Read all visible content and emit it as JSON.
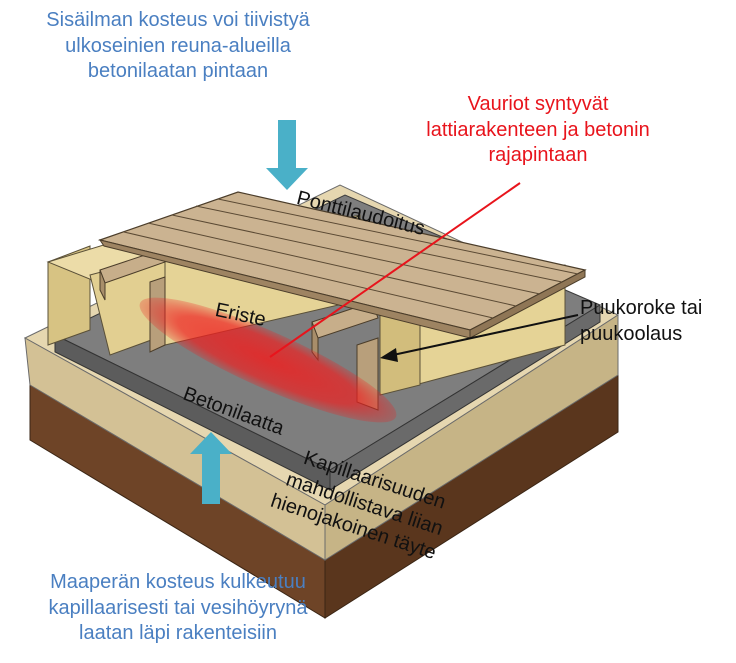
{
  "top_note": {
    "lines": [
      "Sisäilman kosteus voi tiivistyä",
      "ulkoseinien reuna-alueilla",
      "betonilaatan pintaan"
    ],
    "color": "#4a7fc1"
  },
  "damage_note": {
    "lines": [
      "Vauriot syntyvät",
      "lattiarakenteen ja betonin",
      "rajapintaan"
    ],
    "color": "#e8141c"
  },
  "bottom_note": {
    "lines": [
      "Maaperän kosteus kulkeutuu",
      "kapillaarisesti tai vesihöyrynä",
      "laatan läpi rakenteisiin"
    ],
    "color": "#4a7fc1"
  },
  "labels": {
    "boards": "Ponttilaudoitus",
    "insulation": "Eriste",
    "slab": "Betonilaatta",
    "joist": [
      "Puukoroke tai",
      "puukoolaus"
    ],
    "fill": [
      "Kapillaarisuuden",
      "mahdollistava liian",
      "hienojakoinen täyte"
    ]
  },
  "colors": {
    "arrow": "#4ab0c8",
    "wood": "#c4ab87",
    "insulation": "#e2cf91",
    "concrete": "#7b7b7b",
    "fill": "#d8c69c",
    "soil": "#6e4427",
    "damage": "#ee2020"
  }
}
